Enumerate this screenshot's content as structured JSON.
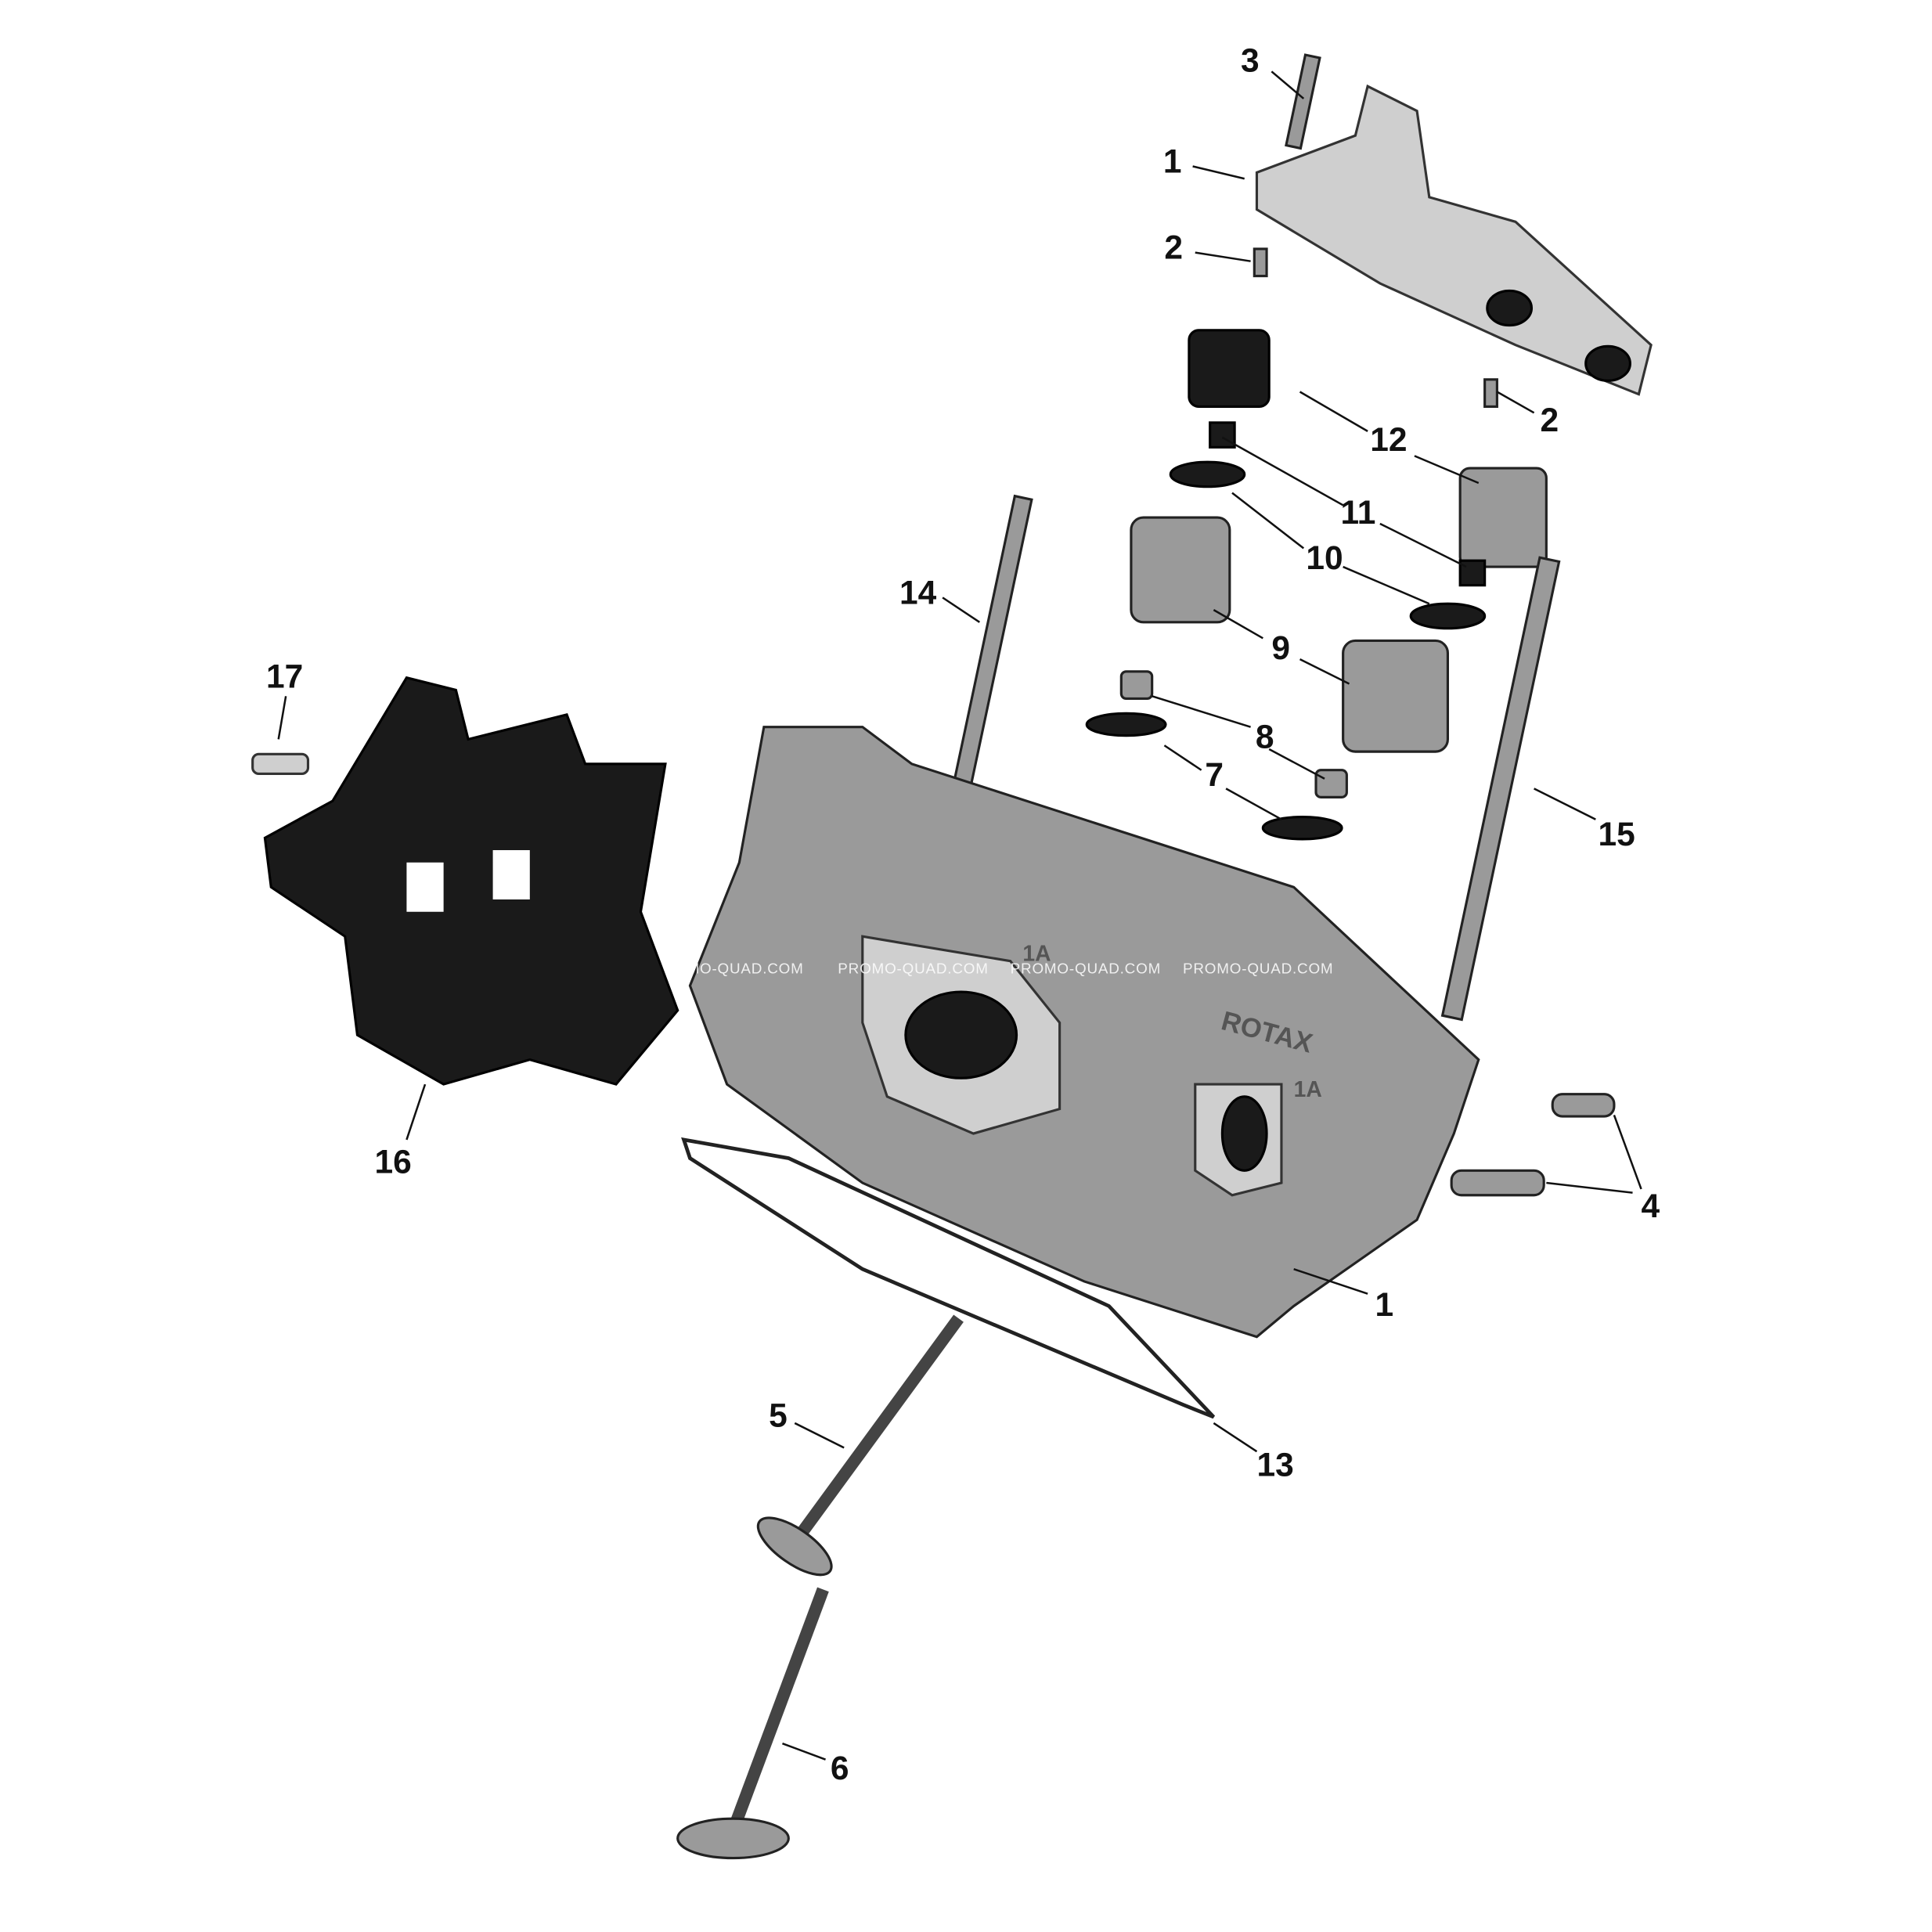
{
  "diagram": {
    "watermark": "PROMO-QUAD.COM",
    "casting_marks": [
      "ROTAX",
      "1A",
      "1A"
    ],
    "callouts": {
      "c1_top": "1",
      "c1_head": "1",
      "c2_left": "2",
      "c2_right": "2",
      "c3": "3",
      "c4": "4",
      "c5": "5",
      "c6": "6",
      "c7": "7",
      "c8": "8",
      "c9": "9",
      "c10": "10",
      "c11": "11",
      "c12": "12",
      "c13": "13",
      "c14": "14",
      "c15": "15",
      "c16": "16",
      "c17": "17"
    }
  }
}
